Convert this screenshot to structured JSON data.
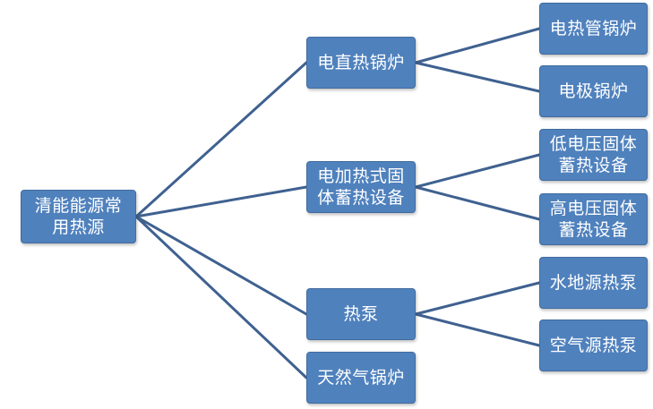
{
  "root": {
    "label": "清能能源常\n用热源"
  },
  "categories": [
    {
      "label": "电直热锅炉"
    },
    {
      "label": "电加热式固\n体蓄热设备"
    },
    {
      "label": "热泵"
    },
    {
      "label": "天然气锅炉"
    }
  ],
  "leaves": [
    {
      "label": "电热管锅炉"
    },
    {
      "label": "电极锅炉"
    },
    {
      "label": "低电压固体\n蓄热设备"
    },
    {
      "label": "高电压固体\n蓄热设备"
    },
    {
      "label": "水地源热泵"
    },
    {
      "label": "空气源热泵"
    }
  ],
  "colors": {
    "node_fill": "#4f81bd",
    "connector": "#3f6190"
  }
}
